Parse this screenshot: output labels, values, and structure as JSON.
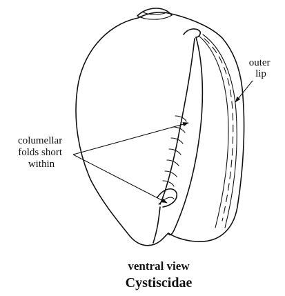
{
  "labels": {
    "outer_lip": [
      "outer",
      "lip"
    ],
    "columellar_folds": [
      "columellar",
      "folds short",
      "within"
    ]
  },
  "caption": {
    "view": "ventral view",
    "family": "Cystiscidae"
  },
  "colors": {
    "ink": "#111111",
    "background": "#ffffff"
  }
}
